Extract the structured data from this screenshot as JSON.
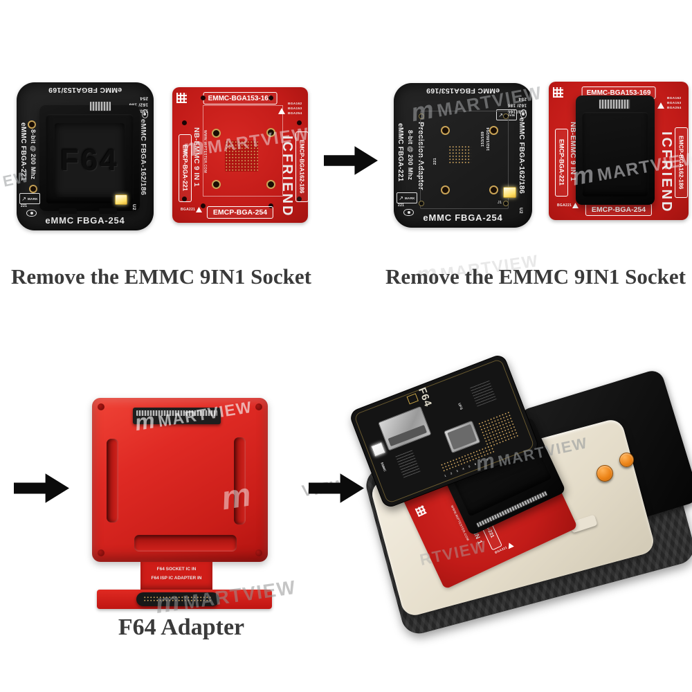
{
  "captions": {
    "step1": "Remove the EMMC 9IN1 Socket",
    "step2": "Remove the EMMC 9IN1 Socket",
    "adapter_label": "F64 Adapter"
  },
  "watermark": {
    "logo": "m",
    "text": "MARTVIEW",
    "partials": {
      "left_edge": "EW",
      "arrow": "VIEW",
      "tray": "RTVIEW"
    }
  },
  "black_board": {
    "top_label": "eMMC FBGA153/169",
    "corner_lines": [
      "153/ 169",
      "162/ 186",
      "254"
    ],
    "left_col": [
      "eMMC FBGA-221",
      "8-bit @ 200 Mhz",
      "Precision Adapter"
    ],
    "right_label": "eMMC FBGA-162/186",
    "bottom_label": "eMMC FBGA-254",
    "socket_logo": "F64",
    "mark_label": "MARK",
    "mark_arrow": "↗",
    "u2": "U2",
    "j1": "J1",
    "corner_221": "221",
    "pad_label_a": "153/169",
    "pad_label_b": "162/186/254",
    "pad_label_c": "221"
  },
  "red_board": {
    "top_label": "EMMC-BGA153-169",
    "left_box": "EMCP-BGA-221",
    "left_text": "NB-EMMC 9 IN 1",
    "url": "WWW.MIPTESTER.COM",
    "brand": "ICFRIEND",
    "right_box": "EMCP-BGA162-186",
    "bottom_label": "EMCP-BGA-254",
    "warn_list": [
      "BGA162",
      "BGA153",
      "BGA254"
    ],
    "warn_bottom": "BGA221"
  },
  "adapter": {
    "tab_line1": "F64 SOCKET IC IN",
    "tab_line2": "F64 ISP IC ADAPTER IN"
  },
  "assembled": {
    "logo": "F64",
    "text_ufs": "UFS",
    "text_emmc": "EMMC",
    "pad_numbers": "1 2 3 4 5 6 7 8"
  },
  "colors": {
    "pcb_red": "#c11b18",
    "pcb_black": "#1c1c1c",
    "adapter_red": "#df2a24",
    "caption_text": "#3a3a3a",
    "button_orange": "#ec8418",
    "watermark_gray": "#9a9ea0"
  }
}
